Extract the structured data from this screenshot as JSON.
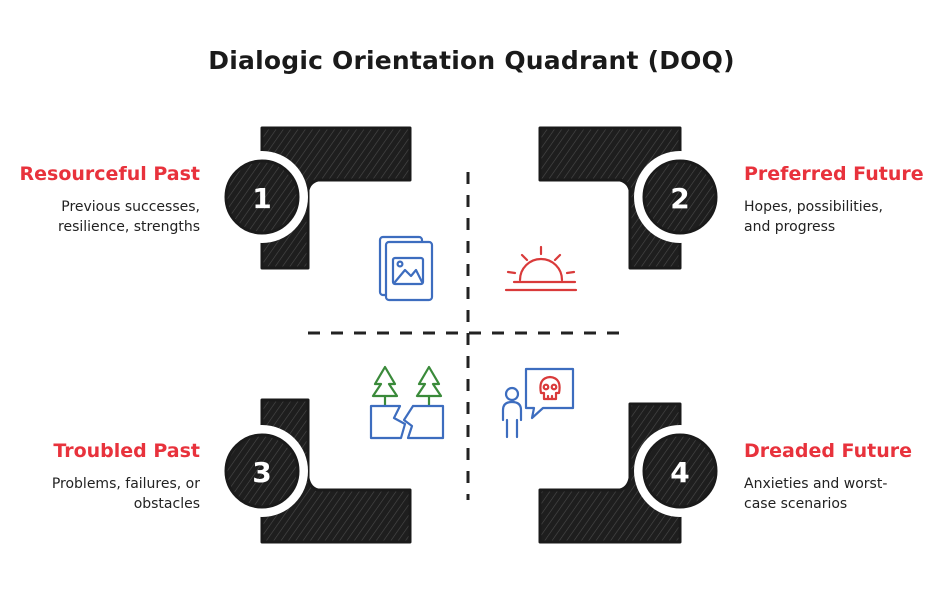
{
  "title": "Dialogic Orientation Quadrant (DOQ)",
  "colors": {
    "accent_red": "#e8323c",
    "icon_blue": "#3d6dbf",
    "icon_red": "#d93a3a",
    "icon_green": "#3a8a3a",
    "shape_fill": "#1e1e1e"
  },
  "quadrants": [
    {
      "number": "1",
      "heading": "Resourceful Past",
      "description": [
        "Previous successes,",
        "resilience, strengths"
      ],
      "icon": "photo-album-icon"
    },
    {
      "number": "2",
      "heading": "Preferred Future",
      "description": [
        "Hopes, possibilities,",
        "and progress"
      ],
      "icon": "sunrise-icon"
    },
    {
      "number": "3",
      "heading": "Troubled Past",
      "description": [
        "Problems, failures, or",
        "obstacles"
      ],
      "icon": "broken-ground-trees-icon"
    },
    {
      "number": "4",
      "heading": "Dreaded Future",
      "description": [
        "Anxieties and worst-",
        "case scenarios"
      ],
      "icon": "person-skull-speech-icon"
    }
  ]
}
